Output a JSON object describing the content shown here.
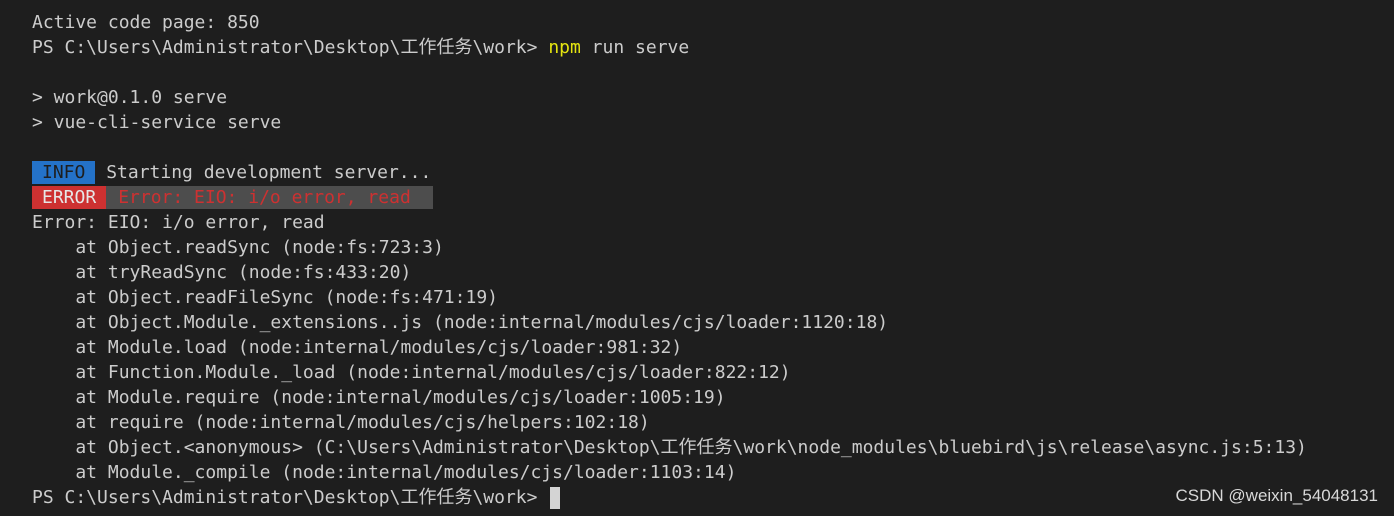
{
  "terminal": {
    "codepage_line": "Active code page: 850",
    "prompt1": "PS C:\\Users\\Administrator\\Desktop\\工作任务\\work> ",
    "command_name": "npm",
    "command_args": " run serve",
    "script_line1": "> work@0.1.0 serve",
    "script_line2": "> vue-cli-service serve",
    "info_badge": "INFO",
    "info_text": " Starting development server...",
    "error_badge": "ERROR",
    "error_highlight_text": "Error: EIO: i/o error, read",
    "error_line": "Error: EIO: i/o error, read",
    "stack": [
      "    at Object.readSync (node:fs:723:3)",
      "    at tryReadSync (node:fs:433:20)",
      "    at Object.readFileSync (node:fs:471:19)",
      "    at Object.Module._extensions..js (node:internal/modules/cjs/loader:1120:18)",
      "    at Module.load (node:internal/modules/cjs/loader:981:32)",
      "    at Function.Module._load (node:internal/modules/cjs/loader:822:12)",
      "    at Module.require (node:internal/modules/cjs/loader:1005:19)",
      "    at require (node:internal/modules/cjs/helpers:102:18)",
      "    at Object.<anonymous> (C:\\Users\\Administrator\\Desktop\\工作任务\\work\\node_modules\\bluebird\\js\\release\\async.js:5:13)",
      "    at Module._compile (node:internal/modules/cjs/loader:1103:14)"
    ],
    "prompt2": "PS C:\\Users\\Administrator\\Desktop\\工作任务\\work> "
  },
  "watermark": "CSDN @weixin_54048131",
  "colors": {
    "background": "#1e1e1e",
    "foreground": "#cccccc",
    "command": "#e5e510",
    "info_badge_bg": "#2472c8",
    "error_badge_bg": "#cd3131",
    "error_text": "#cd3131",
    "error_highlight_bg": "#4d4d4d"
  }
}
